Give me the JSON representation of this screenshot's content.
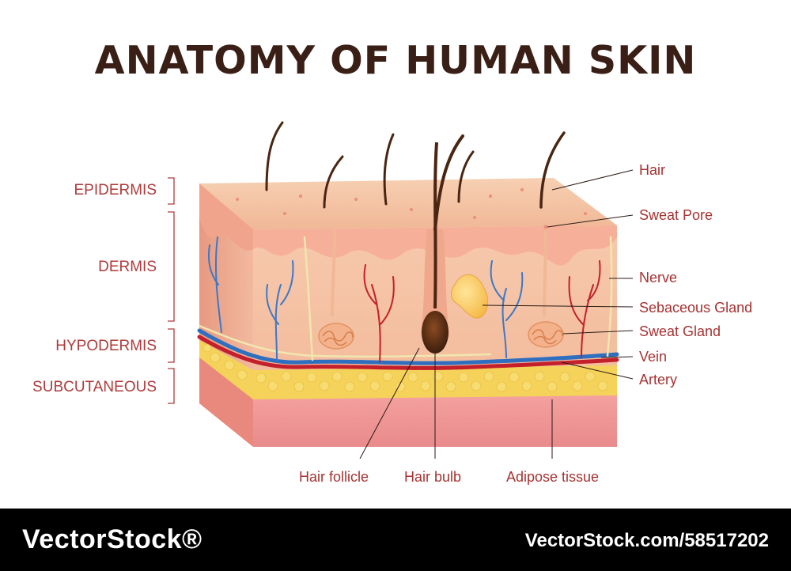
{
  "title": "ANATOMY OF HUMAN SKIN",
  "layers": {
    "epidermis": "EPIDERMIS",
    "dermis": "DERMIS",
    "hypodermis": "HYPODERMIS",
    "subcutaneous": "SUBCUTANEOUS"
  },
  "callouts": {
    "hair": "Hair",
    "sweat_pore": "Sweat Pore",
    "nerve": "Nerve",
    "sebaceous_gland": "Sebaceous Gland",
    "sweat_gland": "Sweat Gland",
    "vein": "Vein",
    "artery": "Artery"
  },
  "bottom_labels": {
    "hair_follicle": "Hair follicle",
    "hair_bulb": "Hair bulb",
    "adipose_tissue": "Adipose tissue"
  },
  "footer": {
    "brand": "VectorStock®",
    "image_id": "VectorStock.com/58517202"
  },
  "colors": {
    "title": "#3a1f16",
    "label": "#a63232",
    "vein": "#2f6fc0",
    "artery": "#c3202c",
    "nerve": "#f1e6b0",
    "fat": "#f3cf4a",
    "skin": "#f4c2a4"
  }
}
